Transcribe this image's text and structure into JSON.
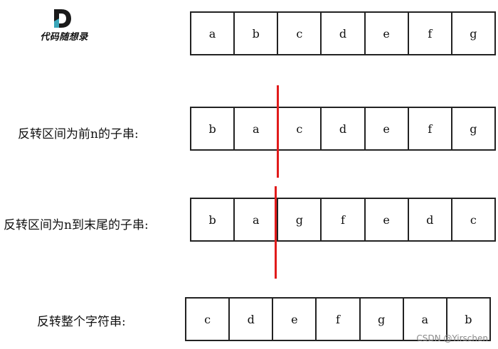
{
  "logo": {
    "text": "代码随想录",
    "color_dark": "#1a1a1a",
    "color_accent": "#3aa6b9"
  },
  "rows": [
    {
      "label": "",
      "cells": [
        "a",
        "b",
        "c",
        "d",
        "e",
        "f",
        "g"
      ]
    },
    {
      "label": "反转区间为前n的子串:",
      "cells": [
        "b",
        "a",
        "c",
        "d",
        "e",
        "f",
        "g"
      ]
    },
    {
      "label": "反转区间为n到末尾的子串:",
      "cells": [
        "b",
        "a",
        "g",
        "f",
        "e",
        "d",
        "c"
      ]
    },
    {
      "label": "反转整个字符串:",
      "cells": [
        "c",
        "d",
        "e",
        "f",
        "g",
        "a",
        "b"
      ]
    }
  ],
  "watermark": "CSDN @Yirschen",
  "colors": {
    "cut_line": "#e11b1b",
    "border": "#222222"
  }
}
